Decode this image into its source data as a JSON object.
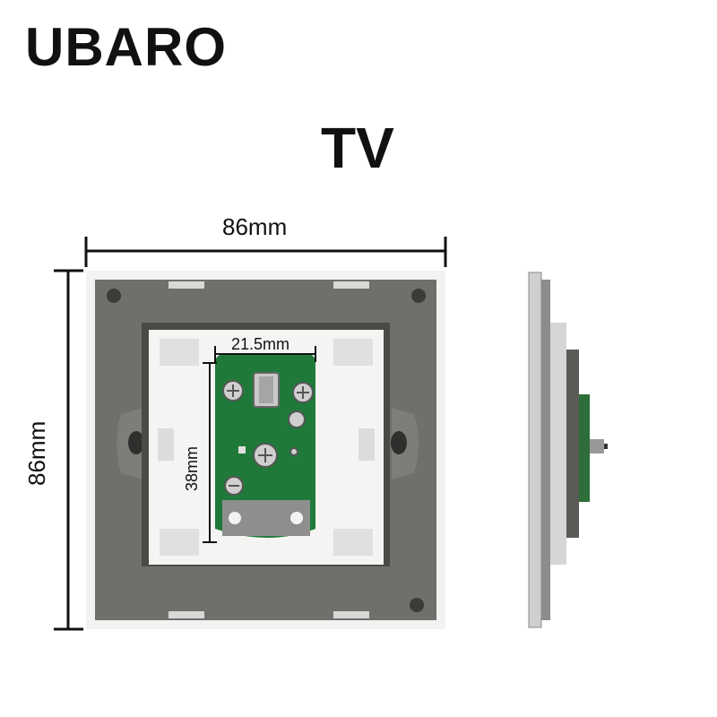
{
  "brand": "UBARO",
  "product": "TV",
  "dimensions": {
    "width_label": "86mm",
    "height_label": "86mm",
    "inner_width_label": "21.5mm",
    "inner_height_label": "38mm"
  },
  "colors": {
    "plate_gray": "#6f706b",
    "plate_edge": "#f2f2f2",
    "cavity_white": "#f4f4f2",
    "pcb_green": "#1f7a3a",
    "metal": "#9a9a9a"
  }
}
